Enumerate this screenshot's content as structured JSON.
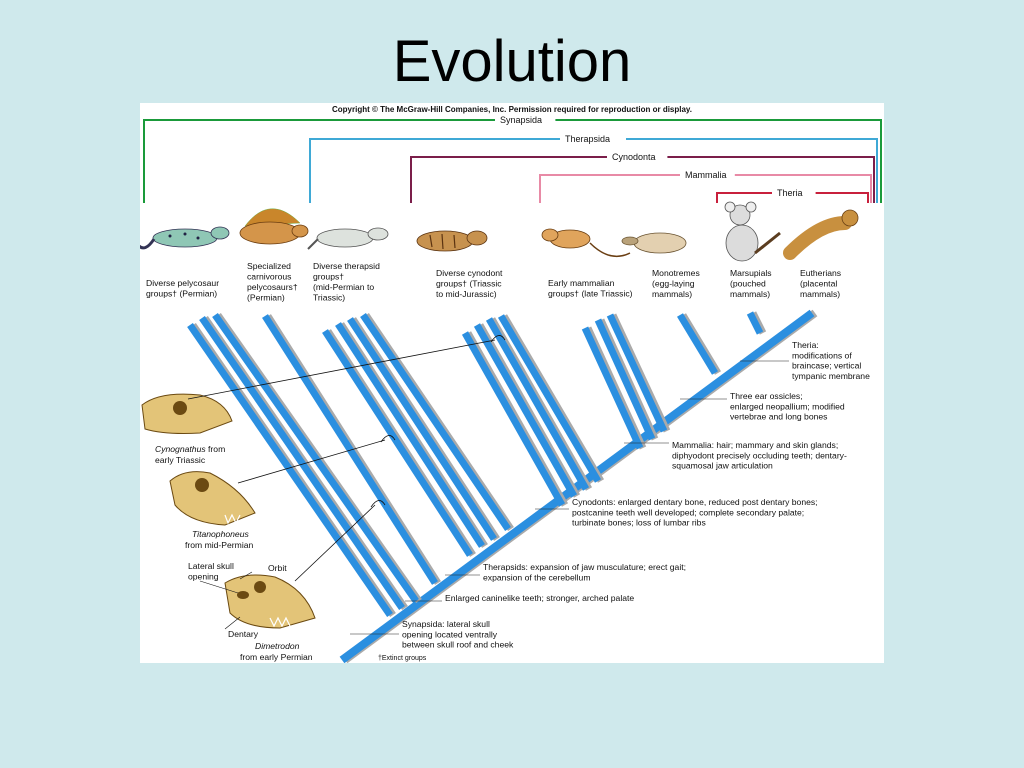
{
  "slide": {
    "title": "Evolution"
  },
  "figure": {
    "copyright": "Copyright © The McGraw-Hill Companies, Inc. Permission required for reproduction or display.",
    "footnote": "†Extinct groups",
    "clades": [
      {
        "label": "Synapsida",
        "color": "#1a9a3a"
      },
      {
        "label": "Therapsida",
        "color": "#3fa9d6"
      },
      {
        "label": "Cynodonta",
        "color": "#7b1e4a"
      },
      {
        "label": "Mammalia",
        "color": "#e88aa6"
      },
      {
        "label": "Theria",
        "color": "#c8203c"
      }
    ],
    "taxa": [
      {
        "lines": [
          "Diverse pelycosaur",
          "groups† (Permian)"
        ]
      },
      {
        "lines": [
          "Specialized",
          "carnivorous",
          "pelycosaurs†",
          "(Permian)"
        ]
      },
      {
        "lines": [
          "Diverse therapsid",
          "groups†",
          "(mid-Permian to",
          "Triassic)"
        ]
      },
      {
        "lines": [
          "Diverse cynodont",
          "groups† (Triassic",
          "to mid-Jurassic)"
        ]
      },
      {
        "lines": [
          "Early mammalian",
          "groups† (late Triassic)"
        ]
      },
      {
        "lines": [
          "Monotremes",
          "(egg-laying",
          "mammals)"
        ]
      },
      {
        "lines": [
          "Marsupials",
          "(pouched",
          "mammals)"
        ]
      },
      {
        "lines": [
          "Eutherians",
          "(placental",
          "mammals)"
        ]
      }
    ],
    "characters": [
      {
        "lines": [
          "Theria:",
          "modifications of",
          "braincase; vertical",
          "tympanic membrane"
        ]
      },
      {
        "lines": [
          "Three ear ossicles;",
          "enlarged neopallium; modified",
          "vertebrae and long bones"
        ]
      },
      {
        "lines": [
          "Mammalia: hair; mammary and skin glands;",
          "diphyodont precisely occluding teeth; dentary-",
          "squamosal jaw articulation"
        ]
      },
      {
        "lines": [
          "Cynodonts: enlarged dentary bone, reduced post dentary bones;",
          "postcanine teeth well developed; complete secondary palate;",
          "turbinate bones; loss of lumbar ribs"
        ]
      },
      {
        "lines": [
          "Therapsids: expansion of jaw musculature; erect gait;",
          "expansion of the cerebellum"
        ]
      },
      {
        "lines": [
          "Enlarged caninelike teeth; stronger, arched palate"
        ]
      },
      {
        "lines": [
          "Synapsida: lateral skull",
          "opening located ventrally",
          "between skull roof and cheek"
        ]
      }
    ],
    "skulls": [
      {
        "name": "Cynognathus",
        "caption": "from",
        "caption2": "early Triassic"
      },
      {
        "name": "Titanophoneus",
        "caption": "from mid-Permian"
      },
      {
        "name": "Dimetrodon",
        "caption": "from early Permian"
      }
    ],
    "skull_labels": {
      "lateral": [
        "Lateral skull",
        "opening"
      ],
      "orbit": "Orbit",
      "dentary": "Dentary"
    }
  }
}
